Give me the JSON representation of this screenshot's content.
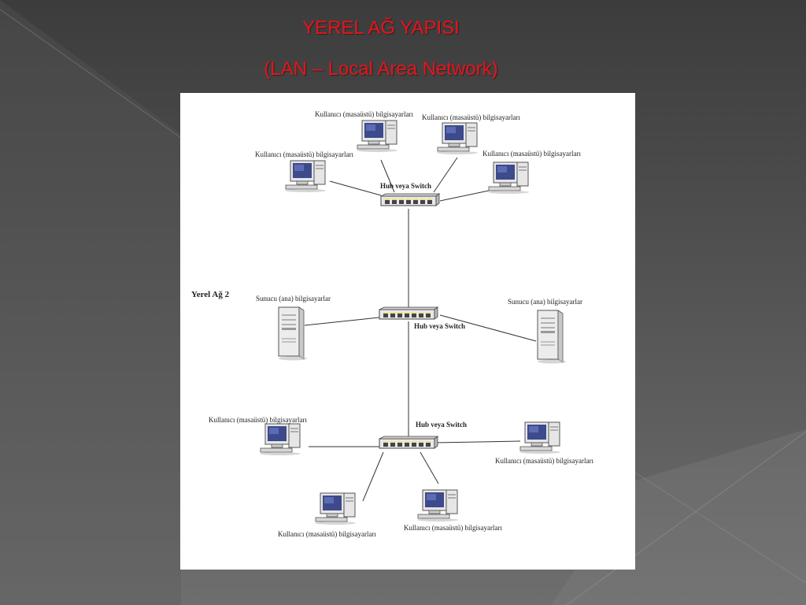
{
  "slide": {
    "title_line1": "YEREL AĞ YAPISI",
    "title_line2": "(LAN – Local Area Network)",
    "title_color": "#e8141a"
  },
  "diagram": {
    "network_label": "Yerel Ağ 2",
    "hub_label": "Hub veya Switch",
    "client_label": "Kullanıcı (masaüstü) bilgisayarları",
    "server_label": "Sunucu (ana) bilgisayarlar",
    "nodes": {
      "hub_top": "Hub veya Switch",
      "hub_mid": "Hub veya Switch",
      "hub_bottom": "Hub veya Switch",
      "top_client_1": "Kullanıcı (masaüstü) bilgisayarları",
      "top_client_2": "Kullanıcı (masaüstü) bilgisayarları",
      "top_client_3": "Kullanıcı (masaüstü) bilgisayarları",
      "top_client_4": "Kullanıcı (masaüstü) bilgisayarları",
      "server_left": "Sunucu (ana) bilgisayarlar",
      "server_right": "Sunucu (ana) bilgisayarlar",
      "bottom_client_1": "Kullanıcı (masaüstü) bilgisayarları",
      "bottom_client_2": "Kullanıcı (masaüstü) bilgisayarları",
      "bottom_client_3": "Kullanıcı (masaüstü) bilgisayarları",
      "bottom_client_4": "Kullanıcı (masaüstü) bilgisayarları"
    }
  }
}
